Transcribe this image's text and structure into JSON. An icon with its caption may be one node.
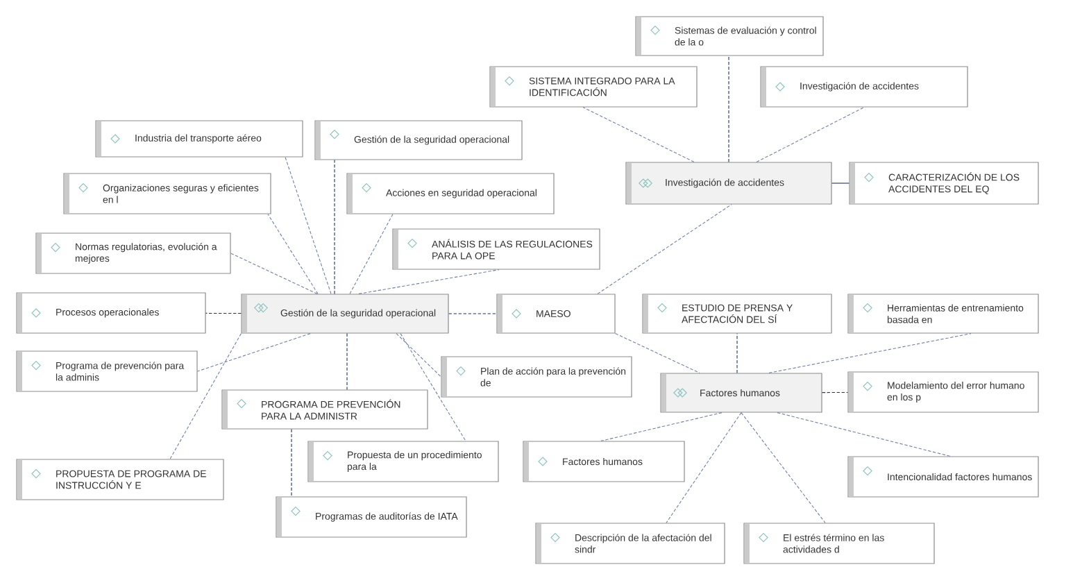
{
  "diagram": {
    "nodes": [
      {
        "text": [
          "Sistemas de evaluación y control de la o"
        ]
      },
      {
        "text": [
          "SISTEMA INTEGRADO PARA LA IDENTIFICACIÓN"
        ]
      },
      {
        "text": [
          "Investigación de accidentes"
        ]
      },
      {
        "text": [
          "Industria del transporte aéreo"
        ]
      },
      {
        "text": [
          "Gestión de la seguridad operacional"
        ]
      },
      {
        "text": [
          "Organizaciones seguras y eficientes en l"
        ]
      },
      {
        "text": [
          "Acciones en seguridad operacional"
        ]
      },
      {
        "text": [
          "Investigación de accidentes"
        ]
      },
      {
        "text": [
          "CARACTERIZACIÓN DE LOS ACCIDENTES DEL EQ"
        ]
      },
      {
        "text": [
          "Normas regulatorias, evolución a mejores"
        ]
      },
      {
        "text": [
          "ANÁLISIS DE LAS REGULACIONES PARA LA OPE"
        ]
      },
      {
        "text": [
          "Procesos operacionales"
        ]
      },
      {
        "text": [
          "Gestión de la seguridad operacional"
        ]
      },
      {
        "text": [
          "MAESO"
        ]
      },
      {
        "text": [
          "ESTUDIO DE PRENSA Y AFECTACIÓN DEL SÍ"
        ]
      },
      {
        "text": [
          "Herramientas de entrenamiento basada en"
        ]
      },
      {
        "text": [
          "Programa de prevención para la adminis"
        ]
      },
      {
        "text": [
          "Plan de acción para la prevención de"
        ]
      },
      {
        "text": [
          "PROGRAMA DE PREVENCIÓN PARA LA ADMINISTR"
        ]
      },
      {
        "text": [
          "Factores humanos"
        ]
      },
      {
        "text": [
          "Modelamiento del error humano en los p"
        ]
      },
      {
        "text": [
          "Propuesta de un procedimiento para la"
        ]
      },
      {
        "text": [
          "PROPUESTA DE PROGRAMA DE INSTRUCCIÓN Y E"
        ]
      },
      {
        "text": [
          "Factores humanos"
        ]
      },
      {
        "text": [
          "Intencionalidad factores humanos"
        ]
      },
      {
        "text": [
          "Programas de auditorías de IATA"
        ]
      },
      {
        "text": [
          "Descripción de la afectación del sindr"
        ]
      },
      {
        "text": [
          "El estrés término en las actividades d"
        ]
      }
    ],
    "edges": [
      {
        "from": 12,
        "to": 3,
        "arrow": "none",
        "style": "dashed"
      },
      {
        "from": 12,
        "to": 4,
        "arrow": "none",
        "style": "dashed",
        "color": "#1f3460"
      },
      {
        "from": 12,
        "to": 5,
        "arrow": "none",
        "style": "dashed"
      },
      {
        "from": 12,
        "to": 6,
        "arrow": "none",
        "style": "dashed"
      },
      {
        "from": 12,
        "to": 9,
        "arrow": "none",
        "style": "dashed"
      },
      {
        "from": 12,
        "to": 10,
        "arrow": "none",
        "style": "dashed"
      },
      {
        "from": 12,
        "to": 11,
        "arrow": "none",
        "style": "dashed",
        "color": "#1f3460"
      },
      {
        "from": 12,
        "to": 13,
        "arrow": "none",
        "style": "dashed",
        "color": "#1f3460"
      },
      {
        "from": 12,
        "to": 16,
        "arrow": "none",
        "style": "dashed"
      },
      {
        "from": 12,
        "to": 17,
        "arrow": "none",
        "style": "dashed"
      },
      {
        "from": 12,
        "to": 18,
        "arrow": "none",
        "style": "dashed",
        "color": "#1f3460"
      },
      {
        "from": 12,
        "to": 21,
        "arrow": "none",
        "style": "dashed"
      },
      {
        "from": 12,
        "to": 22,
        "arrow": "none",
        "style": "dashed"
      },
      {
        "from": 18,
        "to": 25,
        "arrow": "none",
        "style": "dashed",
        "color": "#1f3460"
      },
      {
        "from": 7,
        "to": 0,
        "arrow": "none",
        "style": "dashed",
        "color": "#1f3460"
      },
      {
        "from": 7,
        "to": 1,
        "arrow": "none",
        "style": "dashed"
      },
      {
        "from": 7,
        "to": 2,
        "arrow": "none",
        "style": "dashed"
      },
      {
        "from": 7,
        "to": 8,
        "arrow": "none",
        "color": "#1f3460"
      },
      {
        "from": 13,
        "to": 7,
        "arrow": "none",
        "style": "dashed"
      },
      {
        "from": 13,
        "to": 19,
        "arrow": "none",
        "style": "dashed"
      },
      {
        "from": 19,
        "to": 14,
        "arrow": "none",
        "style": "dashed",
        "color": "#1f3460"
      },
      {
        "from": 19,
        "to": 15,
        "arrow": "none",
        "style": "dashed"
      },
      {
        "from": 19,
        "to": 20,
        "arrow": "none",
        "style": "dashed",
        "color": "#1f3460"
      },
      {
        "from": 19,
        "to": 23,
        "arrow": "none",
        "style": "dashed"
      },
      {
        "from": 19,
        "to": 24,
        "arrow": "none",
        "style": "dashed"
      },
      {
        "from": 19,
        "to": 26,
        "arrow": "none",
        "style": "dashed"
      },
      {
        "from": 19,
        "to": 27,
        "arrow": "none",
        "style": "dashed"
      }
    ]
  }
}
